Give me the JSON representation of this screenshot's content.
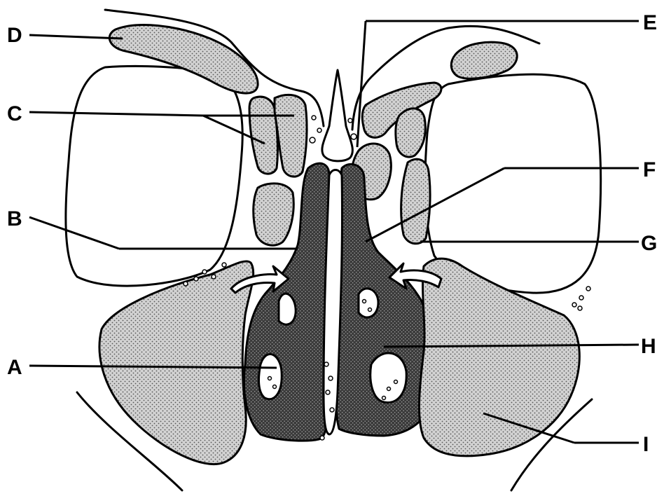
{
  "labels": {
    "A": "A",
    "B": "B",
    "C": "C",
    "D": "D",
    "E": "E",
    "F": "F",
    "G": "G",
    "H": "H",
    "I": "I"
  },
  "colors": {
    "ink": "#000000",
    "light_stipple_bg": "#cfcfcf",
    "dark_stipple_bg": "#3a3a3a",
    "background": "#ffffff"
  }
}
